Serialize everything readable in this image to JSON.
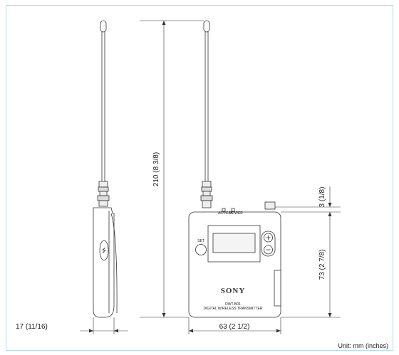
{
  "labels": {
    "height_total": "210 (8 3/8)",
    "height_body": "73 (2 7/8)",
    "height_top": "3 (1/8)",
    "width_side": "17 (11/16)",
    "width_front": "63 (2 1/2)",
    "unit_note": "Unit: mm (inches)",
    "brand": "SONY",
    "model": "DWT-B01",
    "product_name": "DIGITAL WIRELESS TRANSMITTER",
    "set_label": "SET",
    "af_peak_label": "AF/PEAK",
    "power_label": "POWER",
    "usb_symbol": "⭍"
  },
  "colors": {
    "frame_border": "#b8d8e8",
    "line": "#333333",
    "body_fill": "#ffffff",
    "shade_fill": "#e8e8e8"
  }
}
